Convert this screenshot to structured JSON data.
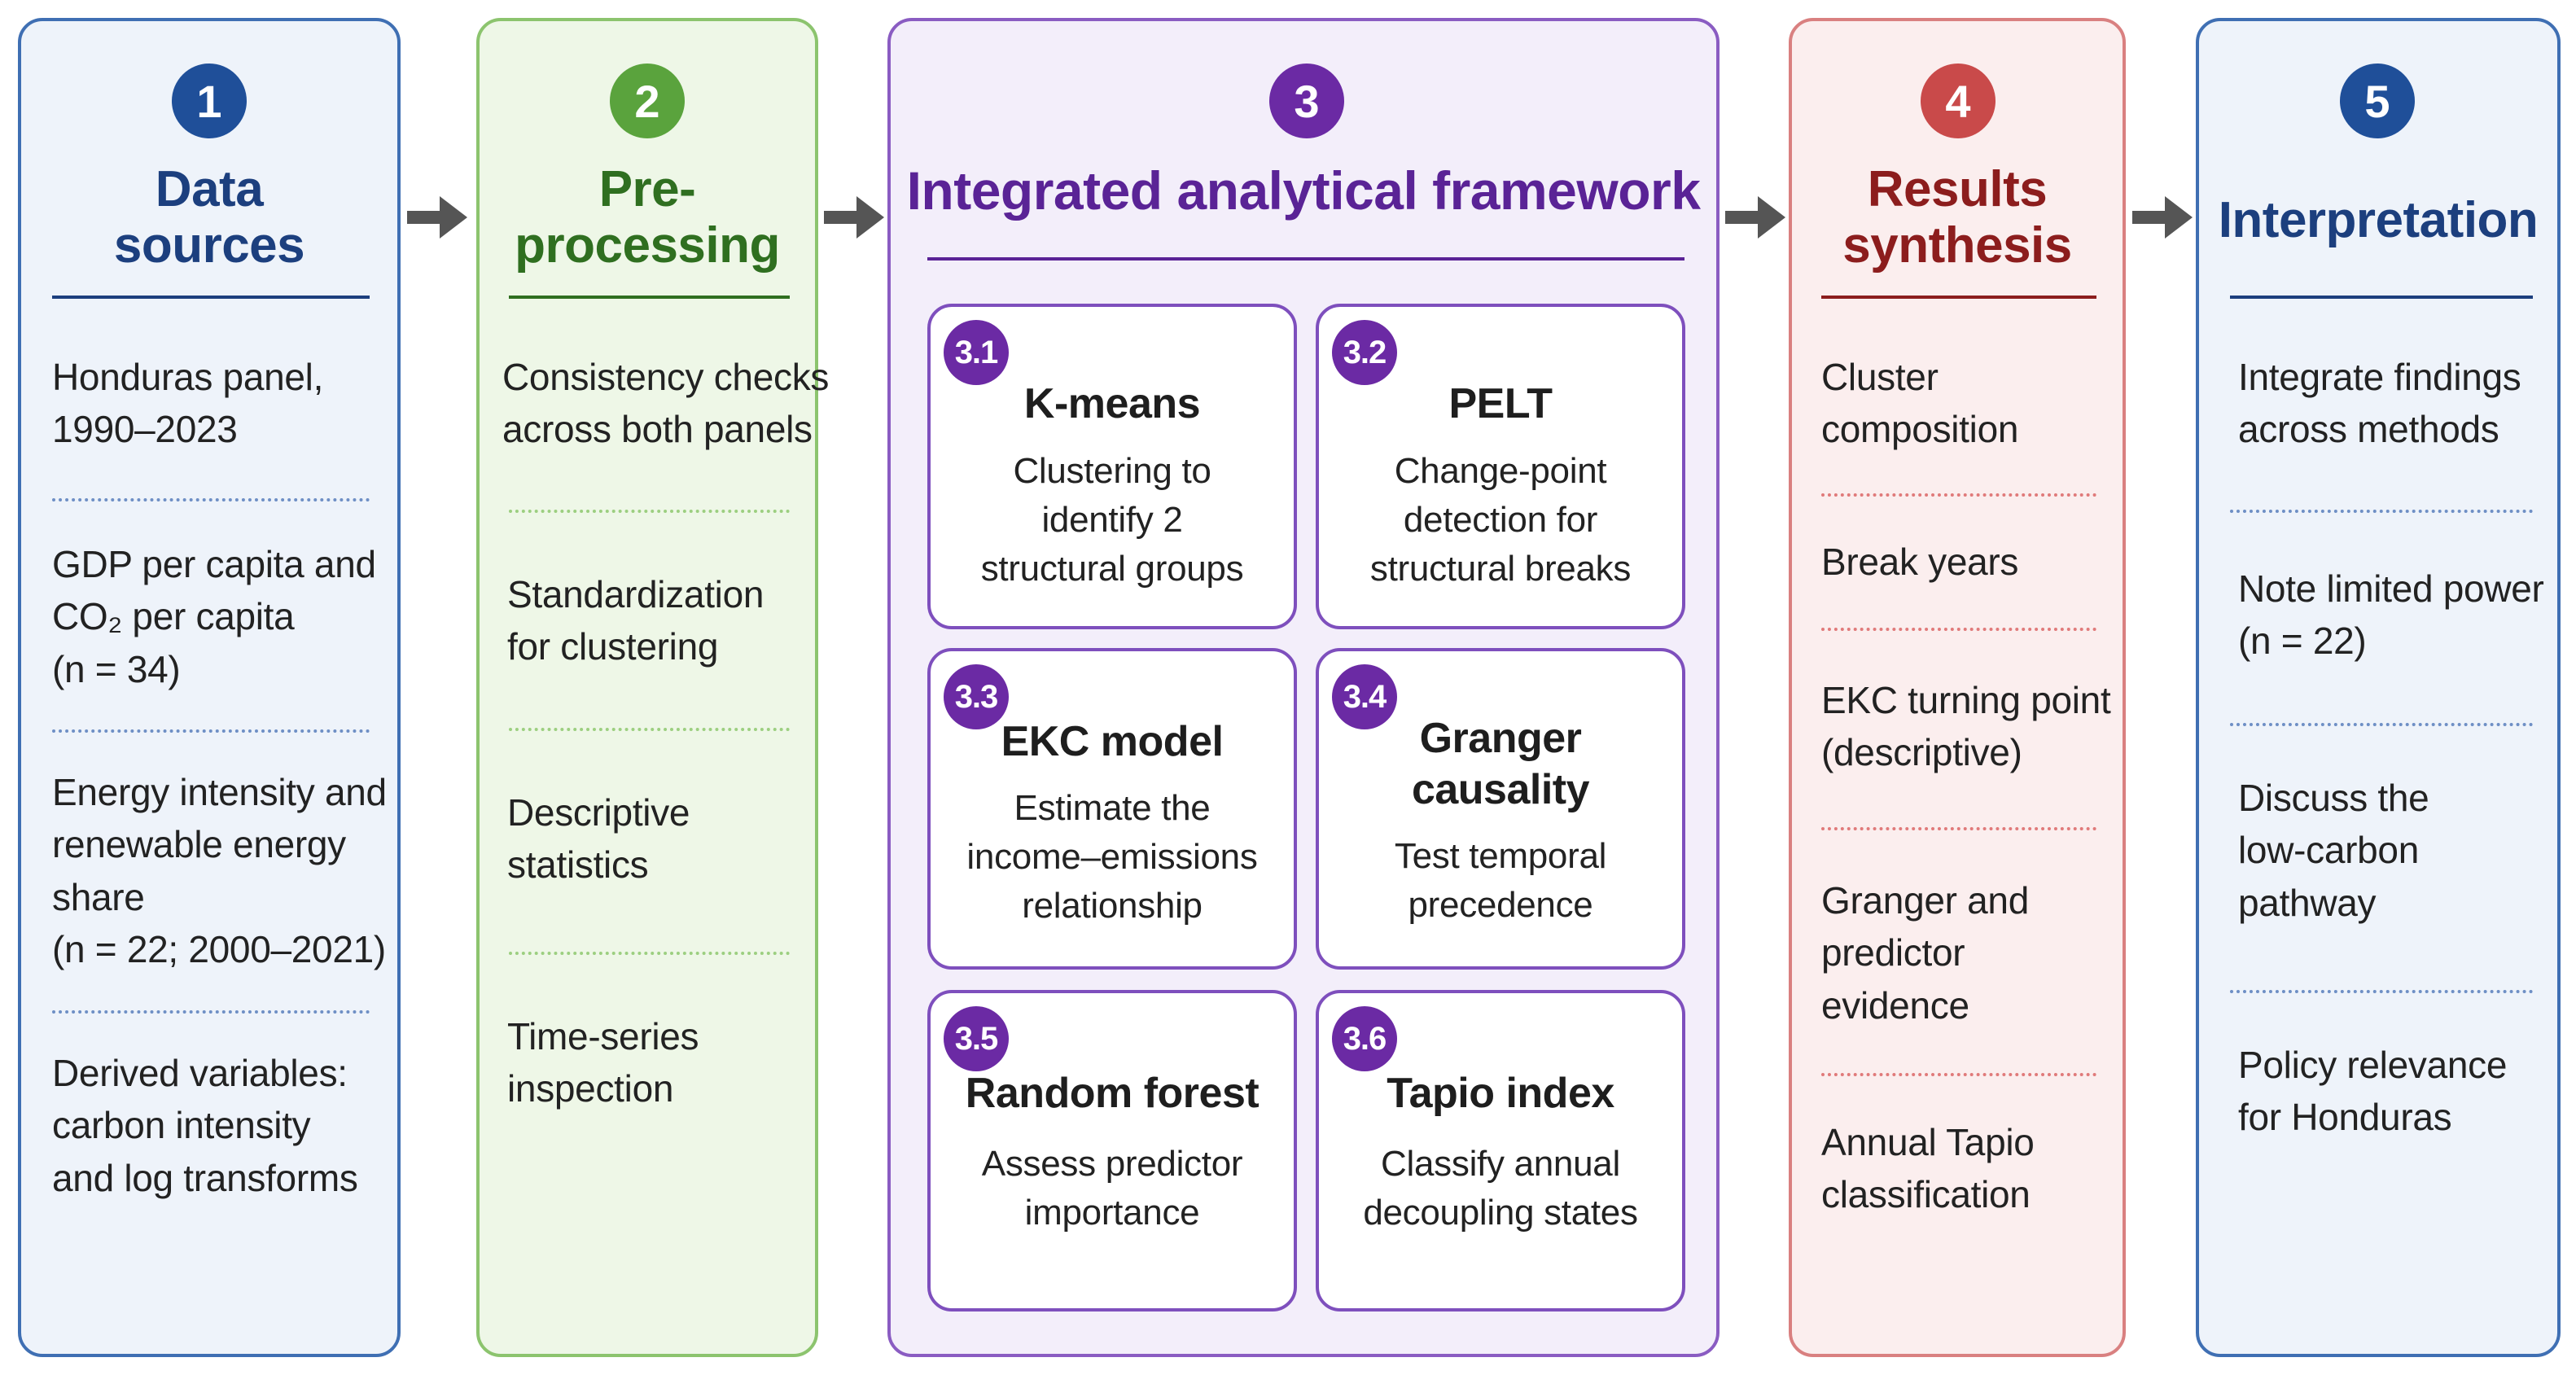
{
  "columns": [
    {
      "number": "1",
      "title": [
        "Data",
        "sources"
      ],
      "items": [
        {
          "lines": [
            "Honduras panel,",
            "1990–2023"
          ]
        },
        {
          "lines": [
            "GDP per capita and",
            "CO₂ per capita",
            "(n = 34)"
          ]
        },
        {
          "lines": [
            "Energy intensity and",
            "renewable energy",
            "share",
            "(n = 22; 2000–2021)"
          ]
        },
        {
          "lines": [
            "Derived variables:",
            "carbon intensity",
            "and log transforms"
          ]
        }
      ]
    },
    {
      "number": "2",
      "title": [
        "Pre-",
        "processing"
      ],
      "items": [
        {
          "lines": [
            "Consistency checks",
            "across both panels"
          ]
        },
        {
          "lines": [
            "Standardization",
            "for clustering"
          ]
        },
        {
          "lines": [
            "Descriptive",
            "statistics"
          ]
        },
        {
          "lines": [
            "Time-series",
            "inspection"
          ]
        }
      ]
    },
    {
      "number": "3",
      "title": [
        "Integrated analytical framework"
      ],
      "cards": [
        {
          "id": "3.1",
          "title": [
            "K-means"
          ],
          "desc": [
            "Clustering to",
            "identify 2",
            "structural groups"
          ]
        },
        {
          "id": "3.2",
          "title": [
            "PELT"
          ],
          "desc": [
            "Change-point",
            "detection for",
            "structural breaks"
          ]
        },
        {
          "id": "3.3",
          "title": [
            "EKC model"
          ],
          "desc": [
            "Estimate the",
            "income–emissions",
            "relationship"
          ]
        },
        {
          "id": "3.4",
          "title": [
            "Granger",
            "causality"
          ],
          "desc": [
            "Test temporal",
            "precedence"
          ]
        },
        {
          "id": "3.5",
          "title": [
            "Random forest"
          ],
          "desc": [
            "Assess predictor",
            "importance"
          ]
        },
        {
          "id": "3.6",
          "title": [
            "Tapio index"
          ],
          "desc": [
            "Classify annual",
            "decoupling states"
          ]
        }
      ]
    },
    {
      "number": "4",
      "title": [
        "Results",
        "synthesis"
      ],
      "items": [
        {
          "lines": [
            "Cluster",
            "composition"
          ]
        },
        {
          "lines": [
            "Break years"
          ]
        },
        {
          "lines": [
            "EKC turning point",
            "(descriptive)"
          ]
        },
        {
          "lines": [
            "Granger and",
            "predictor",
            "evidence"
          ]
        },
        {
          "lines": [
            "Annual Tapio",
            "classification"
          ]
        }
      ]
    },
    {
      "number": "5",
      "title": [
        "Interpretation"
      ],
      "items": [
        {
          "lines": [
            "Integrate findings",
            "across methods"
          ]
        },
        {
          "lines": [
            "Note limited power",
            "(n = 22)"
          ]
        },
        {
          "lines": [
            "Discuss the",
            "low-carbon",
            "pathway"
          ]
        },
        {
          "lines": [
            "Policy relevance",
            "for Honduras"
          ]
        }
      ]
    }
  ],
  "colors": {
    "col1": {
      "border": "#3f6fb3",
      "bg": "#eef3fa",
      "badge": "#1f4f99",
      "title": "#1c3f7e",
      "dots": "#6e8fc5"
    },
    "col2": {
      "border": "#8cc46e",
      "bg": "#eef7e7",
      "badge": "#5aa33d",
      "title": "#2f6f20",
      "dots": "#9ccf80"
    },
    "col3": {
      "border": "#8a5cc2",
      "bg": "#f3eefa",
      "badge": "#6b2aa4",
      "title": "#5a2396"
    },
    "col4": {
      "border": "#d98080",
      "bg": "#fbeeee",
      "badge": "#c94a4a",
      "title": "#8c1d1d",
      "dots": "#e07a7a"
    },
    "col5": {
      "border": "#3f6fb3",
      "bg": "#eef3fa",
      "badge": "#1f4f99",
      "title": "#1c3f7e",
      "dots": "#6e8fc5"
    },
    "arrow": "#555555"
  }
}
